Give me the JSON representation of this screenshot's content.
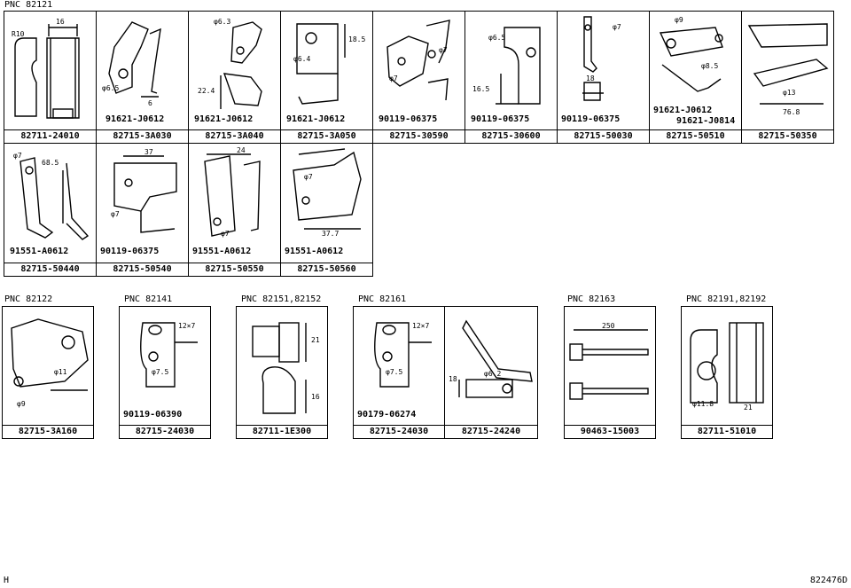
{
  "groups": {
    "g1": {
      "pnc": "PNC 82121"
    },
    "g2": {
      "pnc": "PNC 82122"
    },
    "g3": {
      "pnc": "PNC 82141"
    },
    "g4": {
      "pnc": "PNC 82151,82152"
    },
    "g5": {
      "pnc": "PNC 82161"
    },
    "g6": {
      "pnc": "PNC 82163"
    },
    "g7": {
      "pnc": "PNC 82191,82192"
    }
  },
  "row1": [
    {
      "pn": "82711-24010",
      "dims": [
        "16",
        "R10"
      ]
    },
    {
      "pn": "82715-3A030",
      "bolt": "91621-J0612",
      "dims": [
        "φ6.5",
        "6"
      ]
    },
    {
      "pn": "82715-3A040",
      "bolt": "91621-J0612",
      "dims": [
        "φ6.3",
        "22.4"
      ]
    },
    {
      "pn": "82715-3A050",
      "bolt": "91621-J0612",
      "dims": [
        "18.5",
        "φ6.4"
      ]
    },
    {
      "pn": "82715-30590",
      "bolt": "90119-06375",
      "dims": [
        "φ7",
        "φ7"
      ]
    },
    {
      "pn": "82715-30600",
      "bolt": "90119-06375",
      "dims": [
        "φ6.5",
        "16.5"
      ]
    },
    {
      "pn": "82715-50030",
      "bolt": "90119-06375",
      "dims": [
        "φ7",
        "18"
      ]
    },
    {
      "pn": "82715-50510",
      "bolt": "91621-J0612",
      "bolt2": "91621-J0814",
      "dims": [
        "φ9",
        "φ8.5"
      ]
    },
    {
      "pn": "82715-50350",
      "dims": [
        "φ13",
        "76.8"
      ]
    }
  ],
  "row2": [
    {
      "pn": "82715-50440",
      "bolt": "91551-A0612",
      "dims": [
        "φ7",
        "68.5"
      ]
    },
    {
      "pn": "82715-50540",
      "bolt": "90119-06375",
      "dims": [
        "37",
        "φ7"
      ]
    },
    {
      "pn": "82715-50550",
      "bolt": "91551-A0612",
      "dims": [
        "24",
        "φ7"
      ]
    },
    {
      "pn": "82715-50560",
      "bolt": "91551-A0612",
      "dims": [
        "φ7",
        "37.7"
      ]
    }
  ],
  "row3": [
    {
      "pn": "82715-3A160",
      "dims": [
        "φ11",
        "φ9"
      ]
    },
    {
      "pn": "82715-24030",
      "bolt": "90119-06390",
      "dims": [
        "12×7",
        "φ7.5"
      ]
    },
    {
      "pn": "82711-1E300",
      "dims": [
        "21",
        "16"
      ]
    },
    {
      "pn": "82715-24030",
      "bolt": "90179-06274",
      "dims": [
        "12×7",
        "φ7.5"
      ]
    },
    {
      "pn": "82715-24240",
      "dims": [
        "φ6.2",
        "18"
      ]
    },
    {
      "pn": "90463-15003",
      "dims": [
        "250"
      ]
    },
    {
      "pn": "82711-51010",
      "dims": [
        "φ11.8",
        "21"
      ]
    }
  ],
  "footer": {
    "left": "H",
    "right": "822476D"
  }
}
